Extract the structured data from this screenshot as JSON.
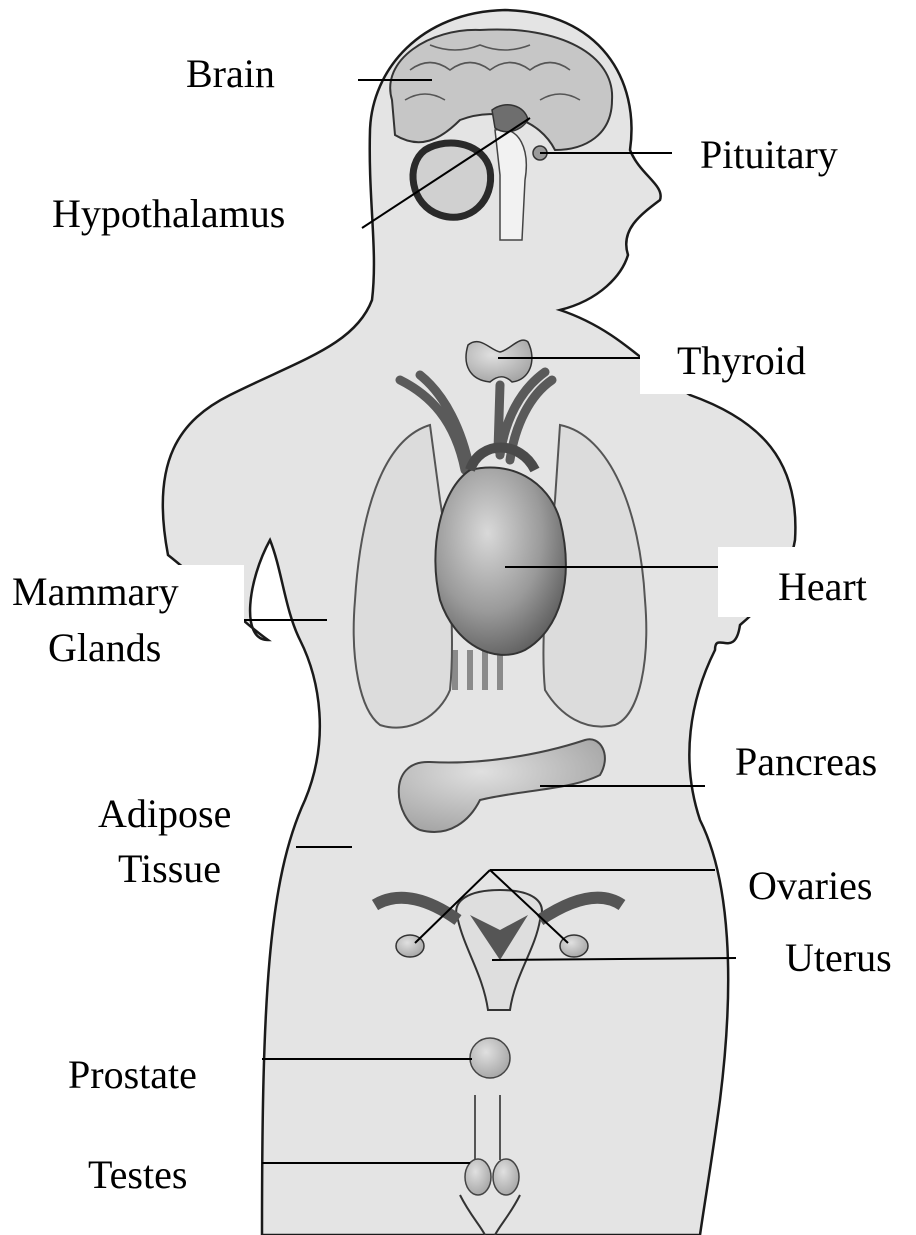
{
  "labels": {
    "brain": "Brain",
    "pituitary": "Pituitary",
    "hypothalamus": "Hypothalamus",
    "thyroid": "Thyroid",
    "mammary_line1": "Mammary",
    "mammary_line2": "Glands",
    "heart": "Heart",
    "pancreas": "Pancreas",
    "adipose_line1": "Adipose",
    "adipose_line2": "Tissue",
    "ovaries": "Ovaries",
    "uterus": "Uterus",
    "prostate": "Prostate",
    "testes": "Testes"
  },
  "colors": {
    "body_fill": "#e4e4e4",
    "outline": "#1a1a1a",
    "organ_fill": "#bdbdbd",
    "organ_dark": "#7a7a7a",
    "leader_line": "#000000"
  }
}
